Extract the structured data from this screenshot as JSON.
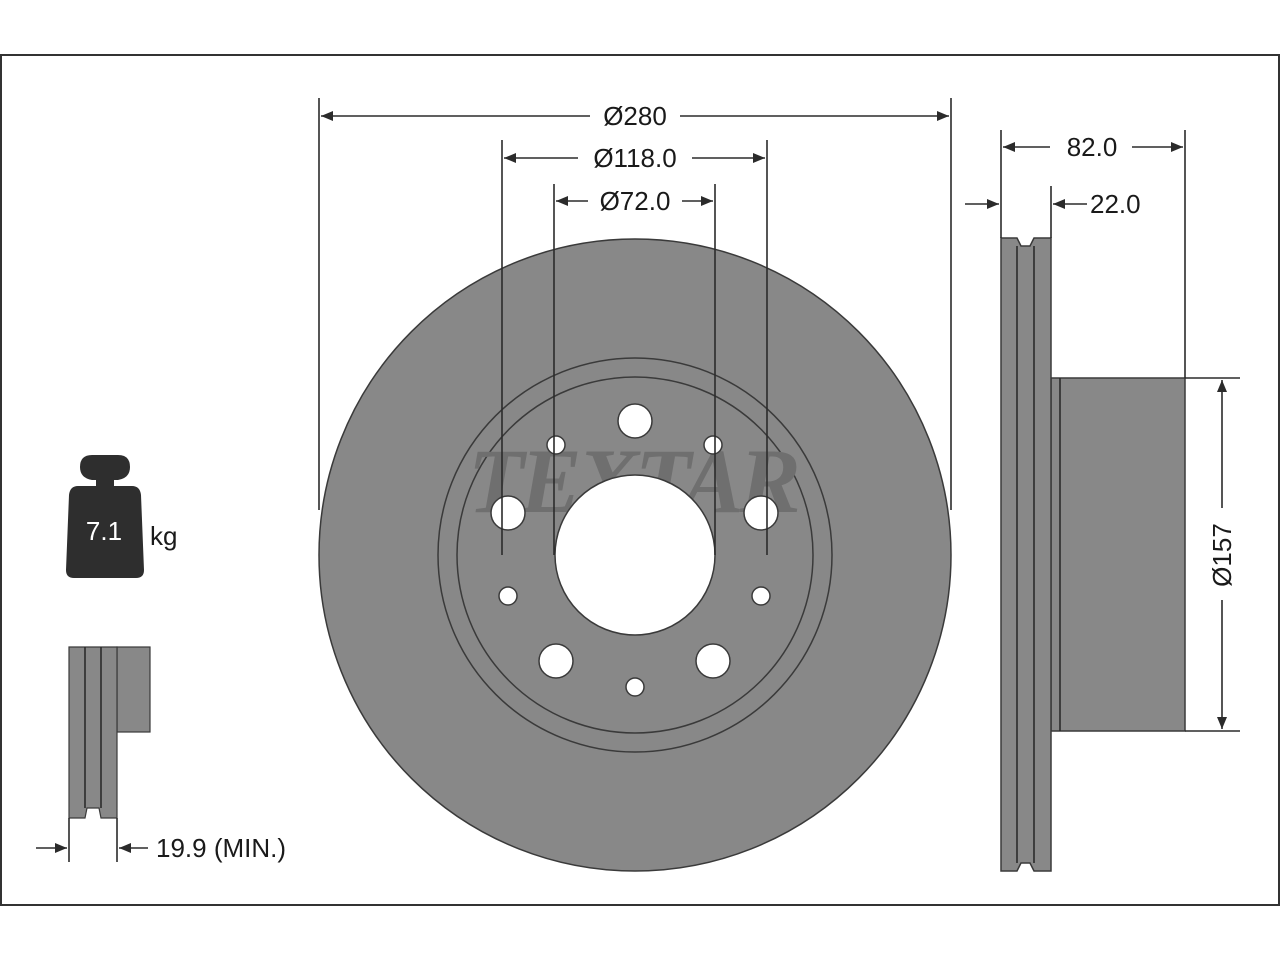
{
  "brand": "TEXTAR",
  "weight": {
    "value": "7.1",
    "unit": "kg",
    "icon": "weight-icon"
  },
  "dimensions": {
    "outer_diameter": "Ø280",
    "bolt_circle": "Ø118.0",
    "center_bore": "Ø72.0",
    "height": "82.0",
    "thickness": "22.0",
    "hat_diameter": "Ø157",
    "min_thickness": "19.9 (MIN.)"
  },
  "colors": {
    "disc_fill": "#888888",
    "outline": "#3a3a3a",
    "background": "#ffffff"
  }
}
